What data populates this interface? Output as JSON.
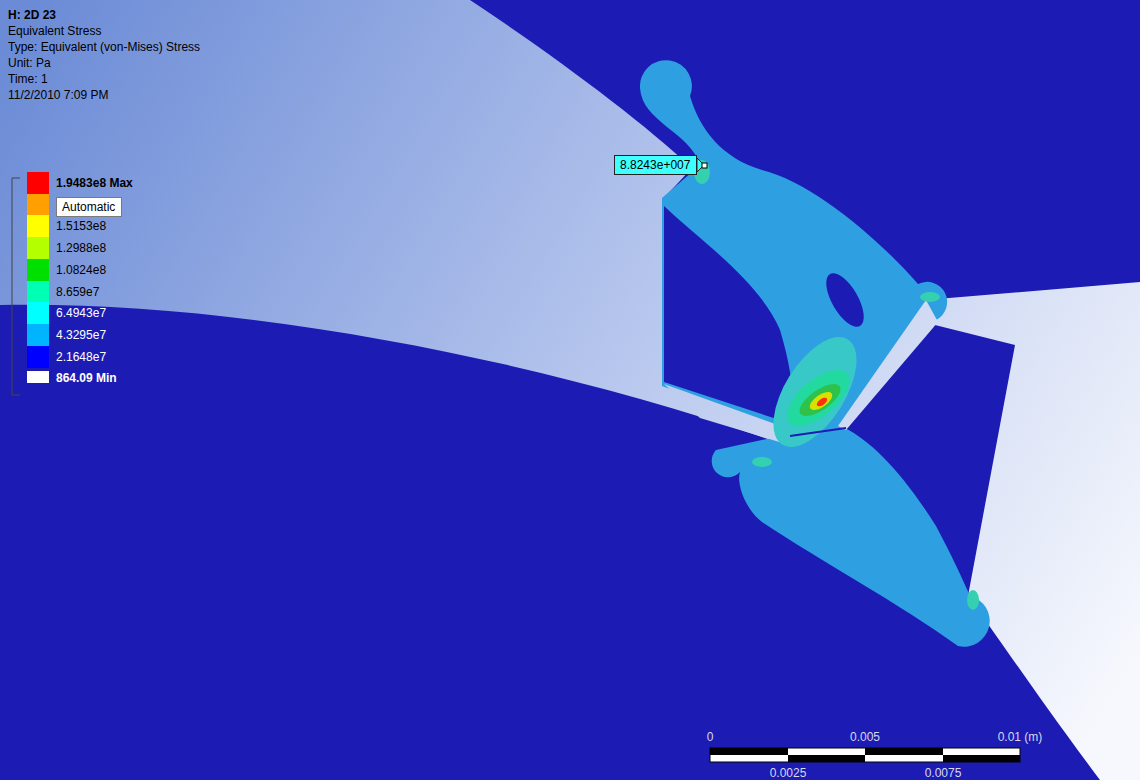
{
  "diagram": {
    "nodes": [
      {
        "text": [
          "Automatic"
        ]
      },
      {
        "text": [
          "8.8243e+007"
        ]
      }
    ],
    "labels": [
      "H: 2D 23",
      "Equivalent Stress",
      "Type: Equivalent (von-Mises) Stress",
      "Unit: Pa",
      "Time: 1",
      "11/2/2010 7:09 PM",
      "0",
      "0.005",
      "0.01 (m)",
      "0.0025",
      "0.0075"
    ],
    "legend": [
      {
        "text": "1.9483e8 Max",
        "color": "#ff0000"
      },
      {
        "text": "1.5153e8",
        "color": "#ffff00"
      },
      {
        "text": "1.2988e8",
        "color": "#b4ff00"
      },
      {
        "text": "1.0824e8",
        "color": "#00e000"
      },
      {
        "text": "8.659e7",
        "color": "#00ffb4"
      },
      {
        "text": "6.4943e7",
        "color": "#00ffff"
      },
      {
        "text": "4.3295e7",
        "color": "#00b4ff"
      },
      {
        "text": "2.1648e7",
        "color": "#0000ff"
      },
      {
        "text": "864.09 Min",
        "color": "#ffffff"
      }
    ]
  }
}
